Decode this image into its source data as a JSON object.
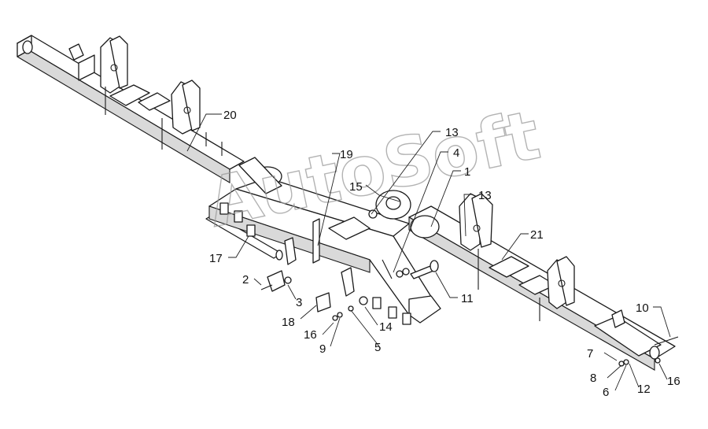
{
  "watermark": "AutoSoft",
  "callouts": [
    {
      "id": "c20",
      "label": "20"
    },
    {
      "id": "c19",
      "label": "19"
    },
    {
      "id": "c13a",
      "label": "13"
    },
    {
      "id": "c4",
      "label": "4"
    },
    {
      "id": "c1",
      "label": "1"
    },
    {
      "id": "c15",
      "label": "15"
    },
    {
      "id": "c13b",
      "label": "13"
    },
    {
      "id": "c21",
      "label": "21"
    },
    {
      "id": "c17",
      "label": "17"
    },
    {
      "id": "c2",
      "label": "2"
    },
    {
      "id": "c3",
      "label": "3"
    },
    {
      "id": "c18",
      "label": "18"
    },
    {
      "id": "c16a",
      "label": "16"
    },
    {
      "id": "c9",
      "label": "9"
    },
    {
      "id": "c14",
      "label": "14"
    },
    {
      "id": "c5",
      "label": "5"
    },
    {
      "id": "c11",
      "label": "11"
    },
    {
      "id": "c10",
      "label": "10"
    },
    {
      "id": "c7",
      "label": "7"
    },
    {
      "id": "c8",
      "label": "8"
    },
    {
      "id": "c6",
      "label": "6"
    },
    {
      "id": "c12",
      "label": "12"
    },
    {
      "id": "c16b",
      "label": "16"
    }
  ]
}
